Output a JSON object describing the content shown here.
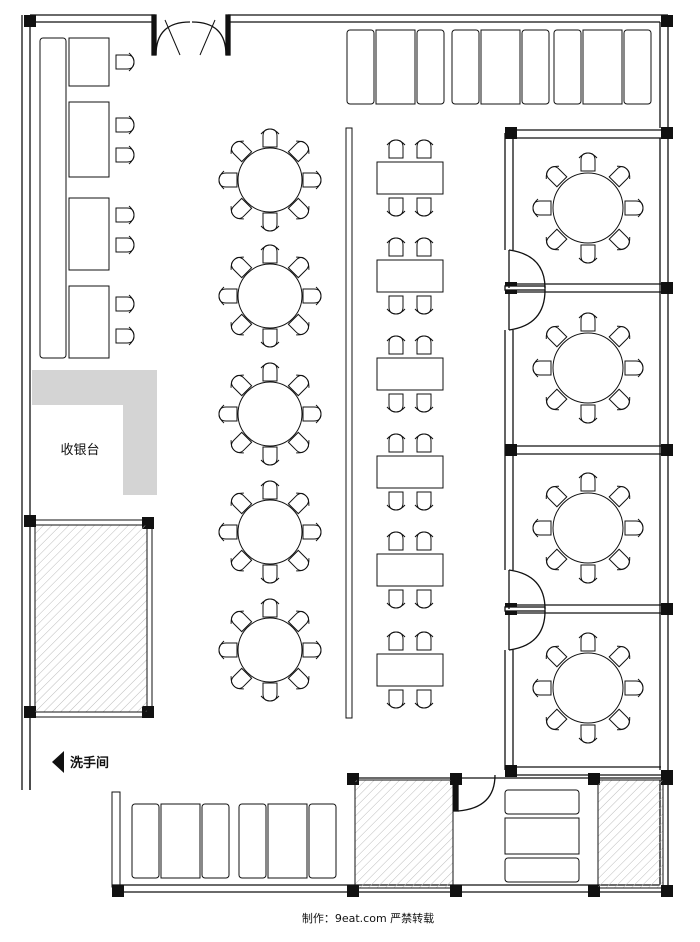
{
  "labels": {
    "cashier": "收银台",
    "restroom": "洗手间",
    "watermark": "制作：9eat.com 严禁转载"
  },
  "colors": {
    "line": "#111111",
    "counter_fill": "#d4d4d4",
    "hatch": "#bcbcbc",
    "background": "#ffffff"
  }
}
